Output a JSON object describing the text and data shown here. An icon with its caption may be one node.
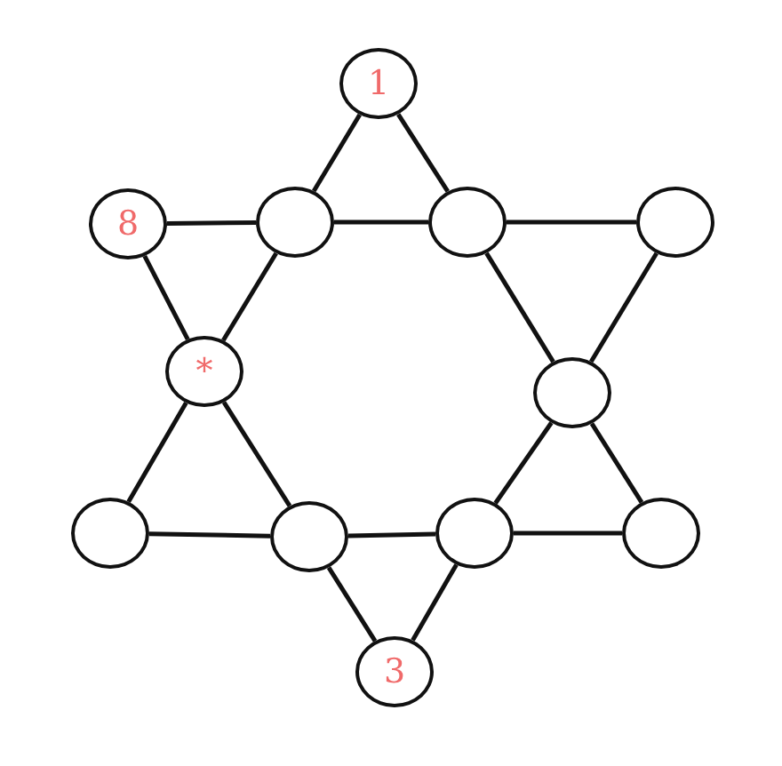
{
  "diagram": {
    "nodes": [
      {
        "text": [
          "1"
        ]
      },
      {
        "text": [
          "8"
        ]
      },
      {
        "text": [],
        "shape": "circle"
      },
      {
        "text": [],
        "shape": "circle"
      },
      {
        "text": [],
        "shape": "circle"
      },
      {
        "text": [
          "*"
        ]
      },
      {
        "text": [],
        "shape": "circle"
      },
      {
        "text": [],
        "shape": "circle"
      },
      {
        "text": [],
        "shape": "circle"
      },
      {
        "text": [],
        "shape": "circle"
      },
      {
        "text": [],
        "shape": "circle"
      },
      {
        "text": [
          "3"
        ]
      }
    ],
    "edges": [
      {
        "from": 0,
        "to": 2,
        "arrow": "none"
      },
      {
        "from": 2,
        "to": 5,
        "arrow": "none"
      },
      {
        "from": 5,
        "to": 7,
        "arrow": "none"
      },
      {
        "from": 7,
        "to": 8,
        "arrow": "none"
      },
      {
        "from": 8,
        "to": 9,
        "arrow": "none"
      },
      {
        "from": 9,
        "to": 10,
        "arrow": "none"
      },
      {
        "from": 10,
        "to": 6,
        "arrow": "none"
      },
      {
        "from": 6,
        "to": 3,
        "arrow": "none"
      },
      {
        "from": 3,
        "to": 0,
        "arrow": "none"
      },
      {
        "from": 1,
        "to": 2,
        "arrow": "none"
      },
      {
        "from": 2,
        "to": 3,
        "arrow": "none"
      },
      {
        "from": 3,
        "to": 4,
        "arrow": "none"
      },
      {
        "from": 4,
        "to": 6,
        "arrow": "none"
      },
      {
        "from": 6,
        "to": 9,
        "arrow": "none"
      },
      {
        "from": 9,
        "to": 11,
        "arrow": "none"
      },
      {
        "from": 11,
        "to": 8,
        "arrow": "none"
      },
      {
        "from": 8,
        "to": 5,
        "arrow": "none"
      },
      {
        "from": 5,
        "to": 1,
        "arrow": "none"
      }
    ]
  }
}
